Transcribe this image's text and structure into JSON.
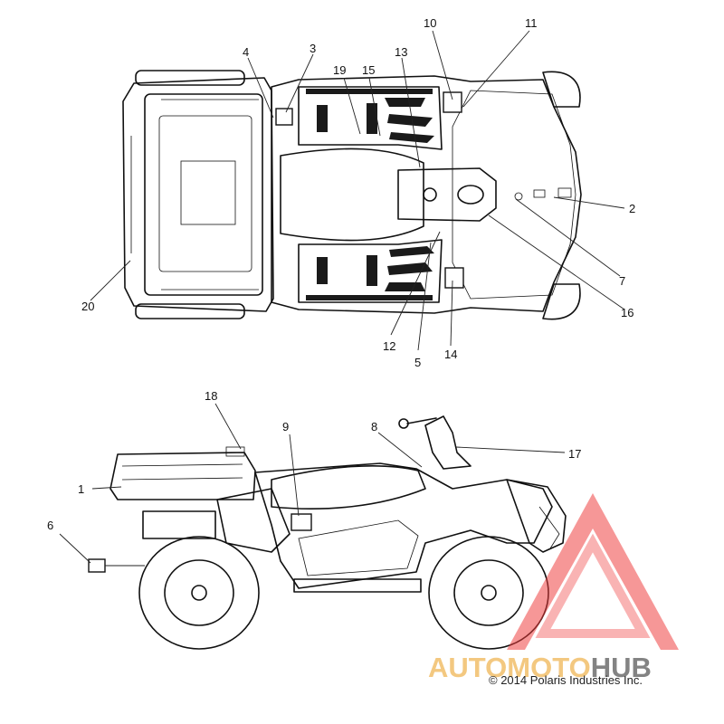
{
  "callouts": [
    {
      "id": "1",
      "label": "1"
    },
    {
      "id": "2",
      "label": "2"
    },
    {
      "id": "3",
      "label": "3"
    },
    {
      "id": "4",
      "label": "4"
    },
    {
      "id": "5",
      "label": "5"
    },
    {
      "id": "6",
      "label": "6"
    },
    {
      "id": "7",
      "label": "7"
    },
    {
      "id": "8",
      "label": "8"
    },
    {
      "id": "9",
      "label": "9"
    },
    {
      "id": "10",
      "label": "10"
    },
    {
      "id": "11",
      "label": "11"
    },
    {
      "id": "12",
      "label": "12"
    },
    {
      "id": "13",
      "label": "13"
    },
    {
      "id": "14",
      "label": "14"
    },
    {
      "id": "15",
      "label": "15"
    },
    {
      "id": "16",
      "label": "16"
    },
    {
      "id": "17",
      "label": "17"
    },
    {
      "id": "18",
      "label": "18"
    },
    {
      "id": "19",
      "label": "19"
    },
    {
      "id": "20",
      "label": "20"
    }
  ],
  "copyright": "© 2014 Polaris Industries Inc.",
  "watermark": {
    "auto": "AUTO",
    "moto": "MOTO",
    "hub": "HUB",
    "colors": {
      "accent": "#f2bf6a",
      "triangle": "#ee3a3a",
      "hub": "#6e6e6e"
    }
  }
}
